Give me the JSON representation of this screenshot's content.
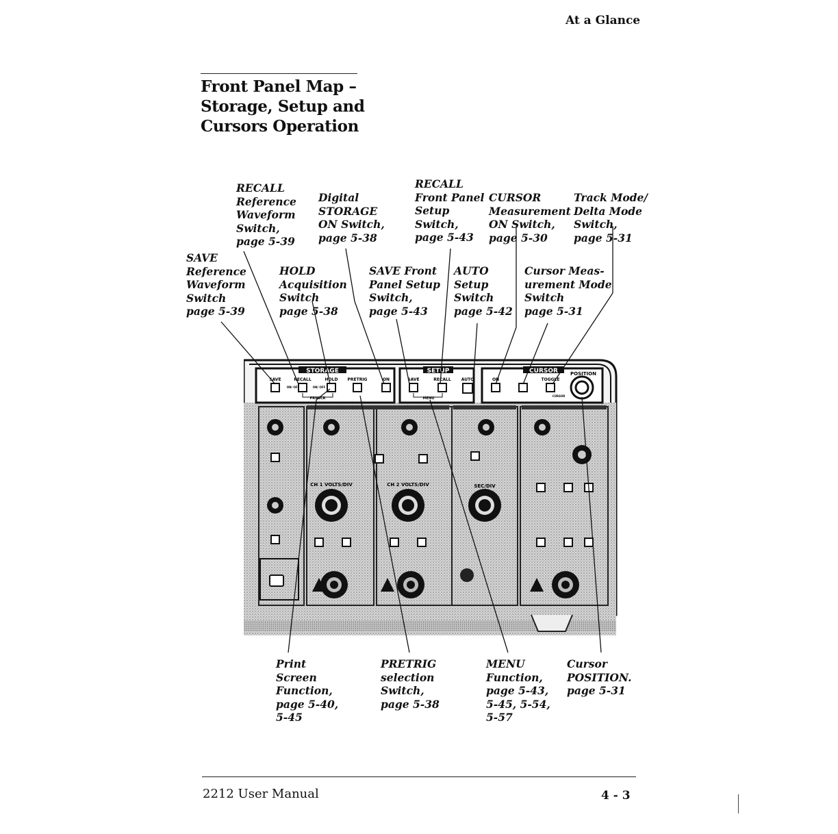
{
  "header": {
    "section": "At a Glance"
  },
  "title": {
    "lines": [
      "Front Panel Map –",
      "Storage, Setup and",
      "Cursors Operation"
    ]
  },
  "callouts": [
    {
      "id": "recall-ref",
      "lines": [
        "RECALL",
        "Reference",
        "Waveform",
        "Switch,",
        "page 5-39"
      ]
    },
    {
      "id": "digital-storage",
      "lines": [
        "Digital",
        "STORAGE",
        "ON Switch,",
        "page 5-38"
      ]
    },
    {
      "id": "recall-front",
      "lines": [
        "RECALL",
        "Front Panel",
        "Setup",
        "Switch,",
        "page 5-43"
      ]
    },
    {
      "id": "cursor-meas-on",
      "lines": [
        "CURSOR",
        "Measurement",
        "ON Switch,",
        "page 5-30"
      ]
    },
    {
      "id": "track-delta",
      "lines": [
        "Track Mode/",
        "Delta Mode",
        "Switch,",
        "page 5-31"
      ]
    },
    {
      "id": "save-ref",
      "lines": [
        "SAVE",
        "Reference",
        "Waveform",
        "Switch",
        "page 5-39"
      ]
    },
    {
      "id": "hold",
      "lines": [
        "HOLD",
        "Acquisition",
        "Switch",
        "page 5-38"
      ]
    },
    {
      "id": "save-front",
      "lines": [
        "SAVE Front",
        "Panel Setup",
        "Switch,",
        "page 5-43"
      ]
    },
    {
      "id": "auto-setup",
      "lines": [
        "AUTO",
        "Setup",
        "Switch",
        "page 5-42"
      ]
    },
    {
      "id": "cursor-mode",
      "lines": [
        "Cursor Meas-",
        "urement Mode",
        "Switch",
        "page 5-31"
      ]
    },
    {
      "id": "print-screen",
      "lines": [
        "Print",
        "Screen",
        "Function,",
        "page 5-40,",
        "5-45"
      ]
    },
    {
      "id": "pretrig",
      "lines": [
        "PRETRIG",
        " selection",
        "Switch,",
        "page 5-38"
      ]
    },
    {
      "id": "menu",
      "lines": [
        "MENU",
        "Function,",
        "page 5-43,",
        "5-45, 5-54,",
        "5-57"
      ]
    },
    {
      "id": "cursor-position",
      "lines": [
        "Cursor",
        "POSITION.",
        "page 5-31"
      ]
    }
  ],
  "panel": {
    "sections": {
      "storage": "STORAGE",
      "setup": "SETUP",
      "cursor": "CURSOR",
      "position": "POSITION"
    },
    "buttons": {
      "save": "SAVE",
      "recall": "RECALL",
      "hold": "HOLD",
      "pretrig": "PRETRIG",
      "on": "ON",
      "setup_save": "SAVE",
      "setup_recall": "RECALL",
      "auto": "AUTO",
      "cursor_on": "ON",
      "toggle": "TOGGLE",
      "cursor_sub": "CURSOR"
    },
    "sublabels": {
      "on_off_1": "ON/ OFF",
      "on_off_2": "ON/ OFF",
      "prnscr": "PRNSCR",
      "menu": "MENU"
    },
    "channels": {
      "ch1": "CH 1 VOLTS/DIV",
      "ch2": "CH 2 VOLTS/DIV",
      "sec": "SEC/DIV"
    }
  },
  "footer": {
    "manual": "2212  User Manual",
    "page": "4 - 3"
  }
}
